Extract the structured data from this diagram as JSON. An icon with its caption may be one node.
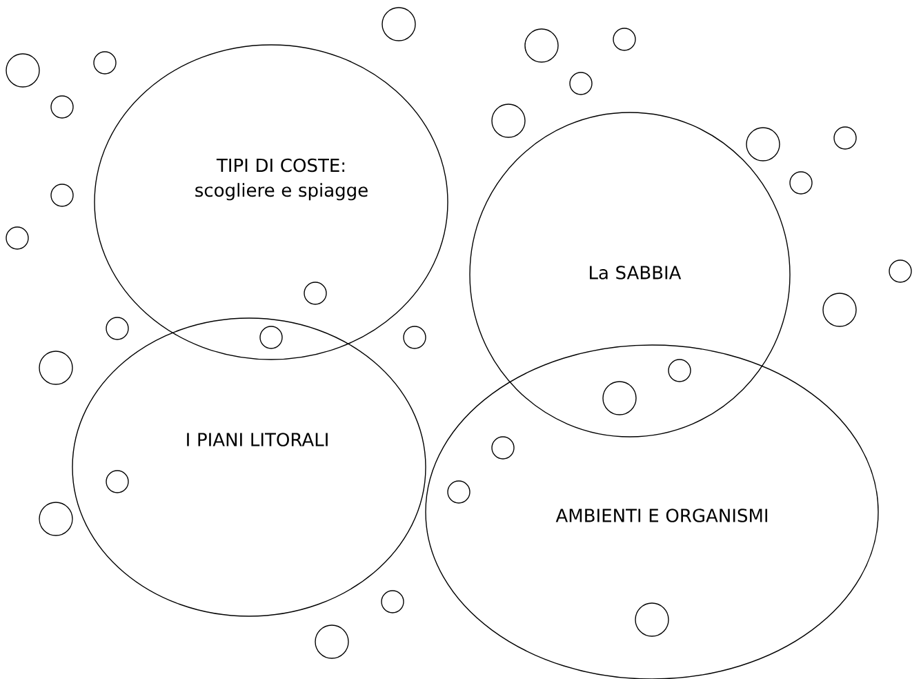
{
  "diagram": {
    "nodes": [
      {
        "text": [
          "TIPI DI COSTE: scogliere e spiagge"
        ]
      },
      {
        "text": [
          "La SABBIA"
        ]
      },
      {
        "text": [
          "I PIANI LITORALI"
        ]
      },
      {
        "text": [
          "AMBIENTI E ORGANISMI"
        ]
      }
    ]
  }
}
